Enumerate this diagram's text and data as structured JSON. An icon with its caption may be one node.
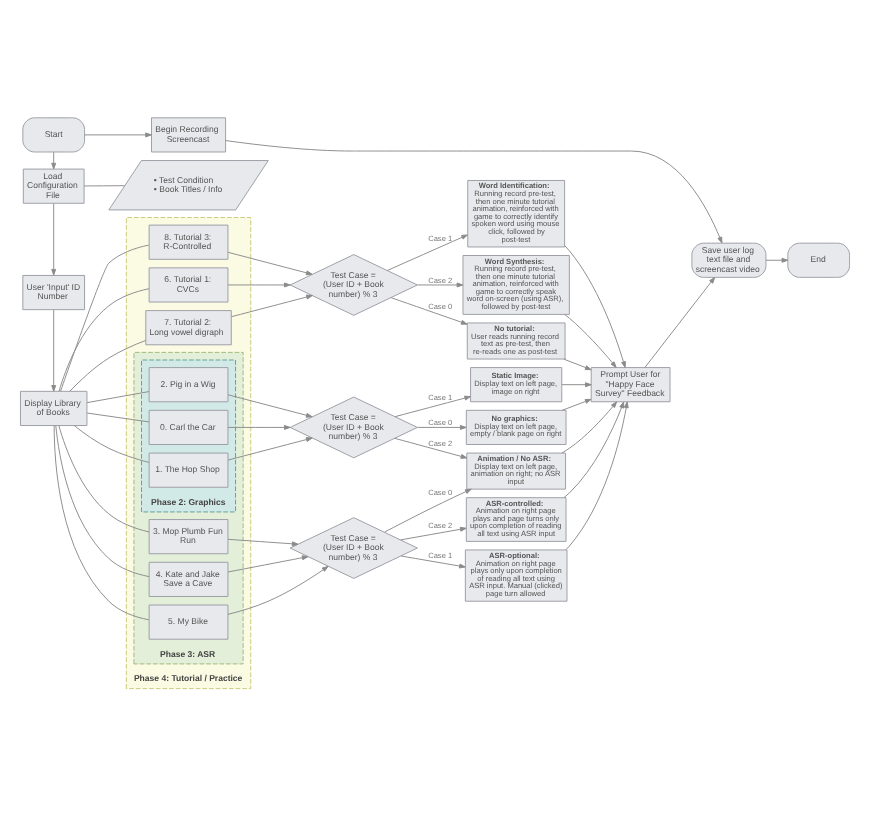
{
  "diagram": {
    "nodes": [
      {
        "text": [
          "Start"
        ]
      },
      {
        "text": [
          "Begin Recording Screencast"
        ]
      },
      {
        "text": [
          "Load Configuration File"
        ]
      },
      {
        "text": [
          "• Test Condition",
          "• Book Titles / Info"
        ]
      },
      {
        "text": [
          "User 'Input' ID Number"
        ]
      },
      {
        "text": [
          "Display Library of Books"
        ]
      },
      {
        "text": [
          "Phase 4: Tutorial / Practice"
        ]
      },
      {
        "text": [
          "Phase 3: ASR"
        ],
        "in": 6
      },
      {
        "text": [
          "Phase 2: Graphics"
        ],
        "in": 7
      },
      {
        "text": [
          "0. Carl the Car"
        ],
        "in": 8
      },
      {
        "text": [
          "1. The Hop Shop"
        ],
        "in": 8
      },
      {
        "text": [
          "2. Pig in a Wig"
        ],
        "in": 8
      },
      {
        "text": [
          "3. Mop Plumb Fun Run"
        ],
        "in": 7
      },
      {
        "text": [
          "4. Kate and Jake Save a Cave"
        ],
        "in": 7
      },
      {
        "text": [
          "5. My Bike"
        ],
        "in": 7
      },
      {
        "text": [
          "6. Tutorial 1: CVCs"
        ],
        "in": 6
      },
      {
        "text": [
          "7. Tutorial 2: Long vowel digraph"
        ],
        "in": 6
      },
      {
        "text": [
          "8. Tutorial 3: R-Controlled"
        ],
        "in": 6
      },
      {
        "text": [
          "Test Case = (User ID + Book number) % 3"
        ]
      },
      {
        "text": [
          "No graphics:",
          "Display text on left page, empty / blank page on right"
        ]
      },
      {
        "text": [
          "Static Image:",
          "Display text on left page, image on right"
        ]
      },
      {
        "text": [
          "Animation / No ASR:",
          "Display text on left page, animation on right; no ASR input"
        ]
      },
      {
        "text": [
          "Test Case = (User ID + Book number) % 3"
        ]
      },
      {
        "text": [
          "ASR-optional:",
          "Animation on right page plays only upon completion of reading all text using ASR input. Manual (clicked) page turn allowed"
        ]
      },
      {
        "text": [
          "ASR-controlled:",
          "Animation on right page plays and page turns only upon completion of reading all text using ASR input"
        ]
      },
      {
        "text": [
          "Test Case = (User ID + Book number) % 3"
        ]
      },
      {
        "text": [
          "No tutorial:",
          "User reads running record text as pre-test, then re-reads one as post-test"
        ]
      },
      {
        "text": [
          "Word Identification:",
          "Running record pre-test, then one minute tutorial animation, reinforced with game to correctly identify spoken word using mouse click, followed by post-test"
        ]
      },
      {
        "text": [
          "Word Synthesis:",
          "Running record pre-test, then one minute tutorial animation, reinforced with game to correctly speak word on-screen (using ASR), followed by post-test"
        ]
      },
      {
        "text": [
          "Prompt User for \"Happy Face Survey\" Feedback"
        ]
      },
      {
        "text": [
          "Save user log text file and screencast video"
        ]
      },
      {
        "text": [
          "End"
        ]
      }
    ],
    "edges": [
      {
        "from": 0,
        "to": 2,
        "arrow": "to"
      },
      {
        "from": 0,
        "to": 1,
        "arrow": "to"
      },
      {
        "from": 1,
        "to": 30,
        "arrow": "to"
      },
      {
        "from": 2,
        "to": 3,
        "arrow": "none"
      },
      {
        "from": 2,
        "to": 4,
        "arrow": "to"
      },
      {
        "from": 4,
        "to": 5,
        "arrow": "to"
      },
      {
        "from": 5,
        "to": 9,
        "arrow": "none"
      },
      {
        "from": 5,
        "to": 10,
        "arrow": "none"
      },
      {
        "from": 5,
        "to": 11,
        "arrow": "none"
      },
      {
        "from": 5,
        "to": 12,
        "arrow": "none"
      },
      {
        "from": 5,
        "to": 13,
        "arrow": "none"
      },
      {
        "from": 5,
        "to": 14,
        "arrow": "none"
      },
      {
        "from": 5,
        "to": 15,
        "arrow": "none"
      },
      {
        "from": 5,
        "to": 16,
        "arrow": "none"
      },
      {
        "from": 5,
        "to": 17,
        "arrow": "none"
      },
      {
        "from": 9,
        "to": 18,
        "arrow": "to"
      },
      {
        "from": 10,
        "to": 18,
        "arrow": "to"
      },
      {
        "from": 11,
        "to": 18,
        "arrow": "to"
      },
      {
        "from": 12,
        "to": 22,
        "arrow": "to"
      },
      {
        "from": 13,
        "to": 22,
        "arrow": "to"
      },
      {
        "from": 14,
        "to": 22,
        "arrow": "to"
      },
      {
        "from": 15,
        "to": 25,
        "arrow": "to"
      },
      {
        "from": 16,
        "to": 25,
        "arrow": "to"
      },
      {
        "from": 17,
        "to": 25,
        "arrow": "to"
      },
      {
        "from": 18,
        "to": 19,
        "label": "Case 0",
        "arrow": "to"
      },
      {
        "from": 18,
        "to": 20,
        "label": "Case 1",
        "arrow": "to"
      },
      {
        "from": 18,
        "to": 21,
        "label": "Case 2",
        "arrow": "to"
      },
      {
        "from": 22,
        "to": 21,
        "label": "Case 0",
        "arrow": "to"
      },
      {
        "from": 22,
        "to": 23,
        "label": "Case 1",
        "arrow": "to"
      },
      {
        "from": 22,
        "to": 24,
        "label": "Case 2",
        "arrow": "to"
      },
      {
        "from": 25,
        "to": 26,
        "label": "Case 0",
        "arrow": "to"
      },
      {
        "from": 25,
        "to": 27,
        "label": "Case 1",
        "arrow": "to"
      },
      {
        "from": 25,
        "to": 28,
        "label": "Case 2",
        "arrow": "to"
      },
      {
        "from": 19,
        "to": 29,
        "arrow": "to"
      },
      {
        "from": 20,
        "to": 29,
        "arrow": "to"
      },
      {
        "from": 21,
        "to": 29,
        "arrow": "to"
      },
      {
        "from": 23,
        "to": 29,
        "arrow": "to"
      },
      {
        "from": 24,
        "to": 29,
        "arrow": "to"
      },
      {
        "from": 26,
        "to": 29,
        "arrow": "to"
      },
      {
        "from": 27,
        "to": 29,
        "arrow": "to"
      },
      {
        "from": 28,
        "to": 29,
        "arrow": "to"
      },
      {
        "from": 29,
        "to": 30,
        "arrow": "to"
      },
      {
        "from": 30,
        "to": 31,
        "arrow": "to"
      }
    ]
  }
}
